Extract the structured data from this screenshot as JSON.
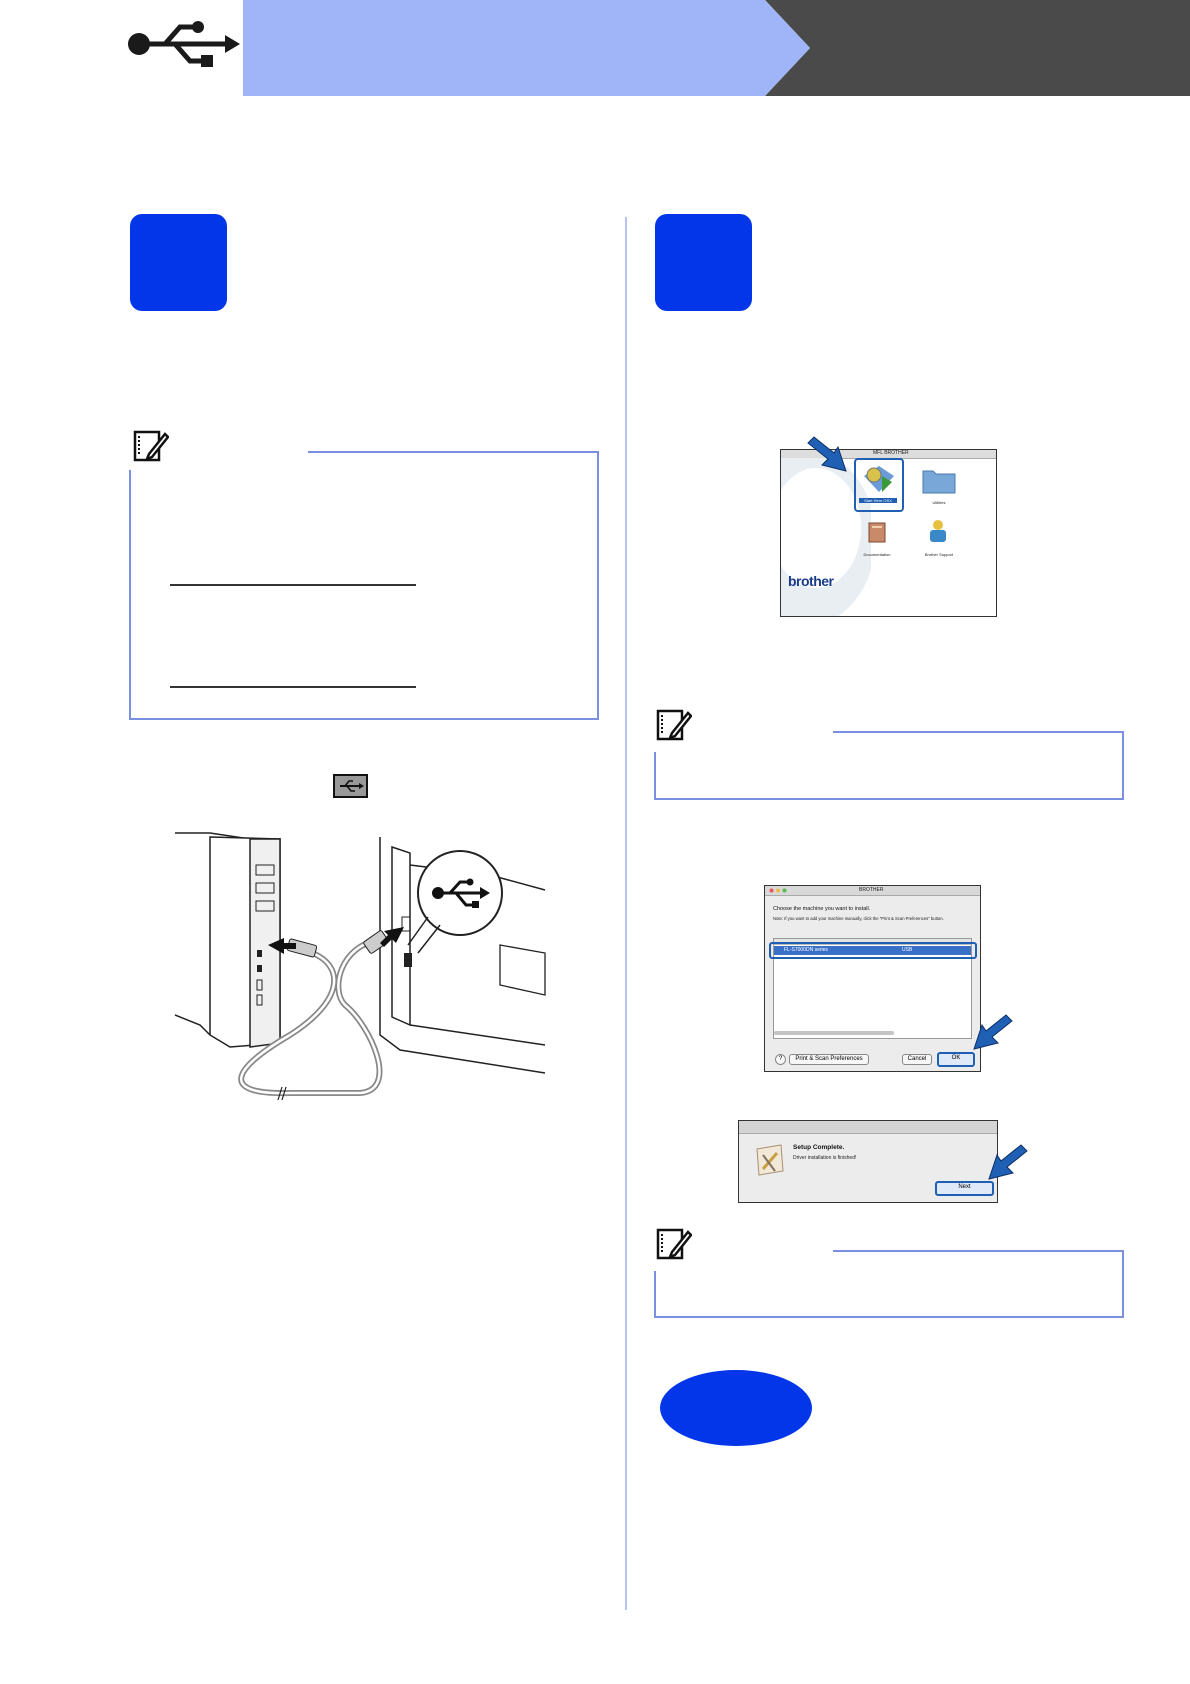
{
  "colors": {
    "header_blue": "#a0b4f8",
    "header_dark": "#4a4a4a",
    "step_blue": "#0336e8",
    "note_border": "#7b8fe0",
    "arrow_blue": "#1f5fb4"
  },
  "icons": {
    "header": "usb-icon",
    "note": "note-pencil-icon",
    "inline": "usb-port-icon"
  },
  "screenshot_mac_cd": {
    "window_title": "MFL BROTHER",
    "items": [
      "Start Here OSX",
      "Utilities",
      "Documentation",
      "Brother Support"
    ],
    "logo": "brother"
  },
  "screenshot_select_machine": {
    "window_title": "BROTHER",
    "heading": "Choose the machine you want to install.",
    "note": "Note: If you want to add your machine manually, click the \"Print & Scan Preferences\" button.",
    "row_name": "FL-S7000DN series",
    "row_type": "USB",
    "help": "?",
    "prefs_button": "Print & Scan Preferences",
    "cancel_button": "Cancel",
    "ok_button": "OK"
  },
  "screenshot_setup_complete": {
    "title": "Setup Complete.",
    "message": "Driver installation is finished!",
    "next_button": "Next"
  }
}
